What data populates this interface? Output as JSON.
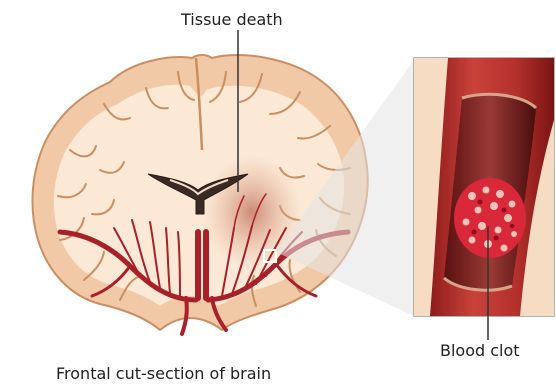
{
  "labels": {
    "tissue_death": "Tissue death",
    "blood_clot": "Blood clot",
    "caption": "Frontal cut-section of brain"
  },
  "colors": {
    "cortex": "#f2c9a6",
    "white_matter": "#fbe9d6",
    "outline": "#c98f63",
    "artery": "#a8202a",
    "damaged_tissue": "#d9997c",
    "ventricle": "#3a2a24",
    "vessel_wall": "#b5322f",
    "vessel_dark": "#6e1616",
    "clot": "#d8283a"
  }
}
